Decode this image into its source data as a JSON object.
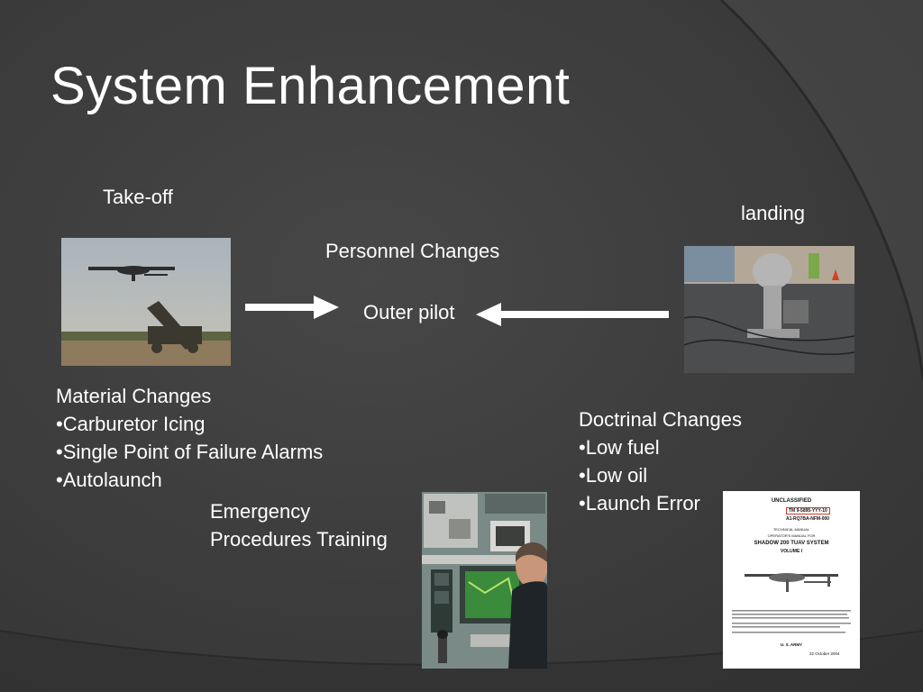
{
  "slide": {
    "title": "System Enhancement",
    "takeoff_label": "Take-off",
    "landing_label": "landing",
    "personnel_label": "Personnel Changes",
    "outer_pilot_label": "Outer pilot",
    "material": {
      "heading": "Material Changes",
      "items": [
        "•Carburetor Icing",
        "•Single Point of Failure Alarms",
        "•Autolaunch"
      ]
    },
    "doctrinal": {
      "heading": "Doctrinal Changes",
      "items": [
        "•Low fuel",
        "•Low oil",
        "•Launch Error"
      ]
    },
    "training": {
      "line1": "Emergency",
      "line2": "Procedures Training"
    },
    "manual": {
      "classification": "UNCLASSIFIED",
      "tm_number": "TM 9-5895-YYY-10",
      "doc_code": "A1-RQ7BA-NFM-000",
      "subtitle1": "TECHNICAL MANUAL",
      "subtitle2": "OPERATOR'S MANUAL FOR",
      "system": "SHADOW 200 TUAV SYSTEM",
      "volume": "VOLUME I",
      "org": "U. S. ARMY",
      "date": "22 October 2004"
    }
  },
  "colors": {
    "background": "#3c3c3c",
    "text": "#ffffff",
    "arrow": "#ffffff"
  }
}
